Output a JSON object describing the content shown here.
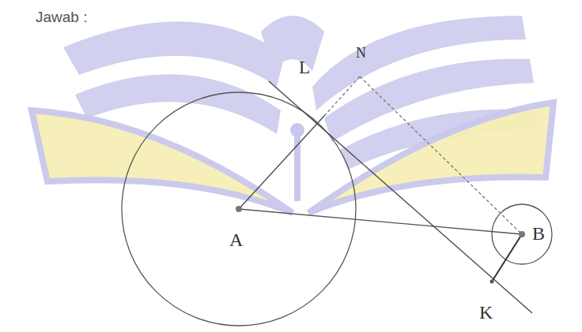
{
  "diagram": {
    "labels": [
      "Jawab :",
      "L",
      "N",
      "A",
      "B",
      "K"
    ]
  }
}
